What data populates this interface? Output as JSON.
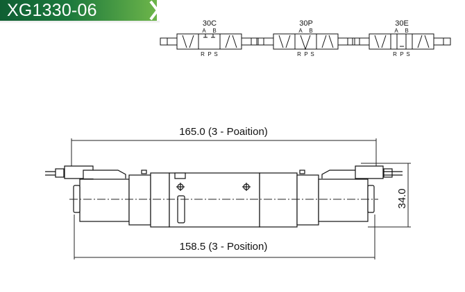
{
  "header": {
    "title": "XG1330-06"
  },
  "symbols": [
    {
      "label": "30C",
      "ports_top": [
        "A",
        "B"
      ],
      "ports_bottom": [
        "R",
        "P",
        "S"
      ]
    },
    {
      "label": "30P",
      "ports_top": [
        "A",
        "B"
      ],
      "ports_bottom": [
        "R",
        "P",
        "S"
      ]
    },
    {
      "label": "30E",
      "ports_top": [
        "A",
        "B"
      ],
      "ports_bottom": [
        "R",
        "P",
        "S"
      ]
    }
  ],
  "dimensions": {
    "overall_length": "165.0 (3 - Poaition)",
    "body_length": "158.5 (3 - Position)",
    "height": "34.0"
  }
}
